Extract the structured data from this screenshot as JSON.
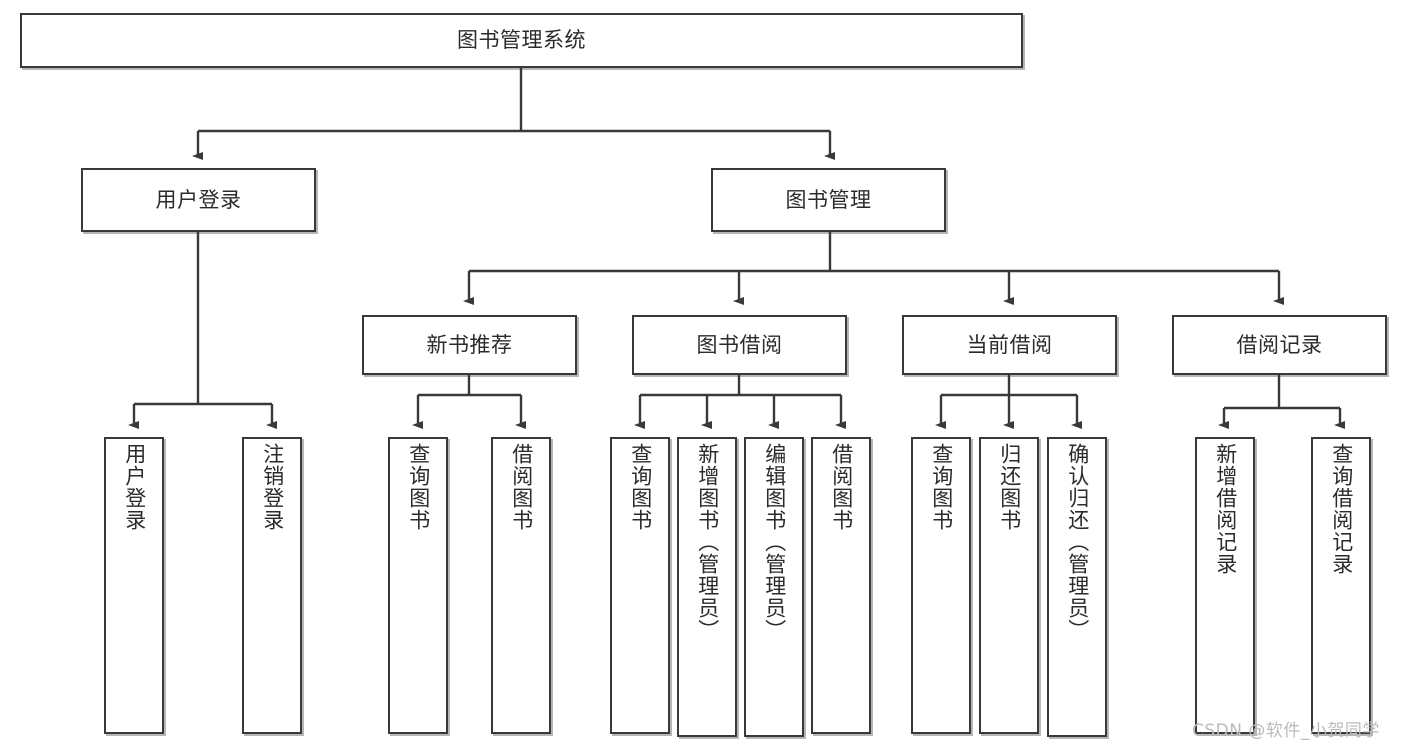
{
  "diagram": {
    "title": "图书管理系统",
    "type": "tree-hierarchy-diagram",
    "orientation": "top-down",
    "colors": {
      "box_border": "#37393b",
      "box_fill": "#ffffff",
      "edge": "#37393b",
      "text": "#2b2b2b",
      "watermark": "#b9bbbd"
    },
    "nodes": {
      "root": {
        "label": "图书管理系统"
      },
      "level2": [
        {
          "label": "用户登录"
        },
        {
          "label": "图书管理"
        }
      ],
      "level3": [
        {
          "label": "新书推荐"
        },
        {
          "label": "图书借阅"
        },
        {
          "label": "当前借阅"
        },
        {
          "label": "借阅记录"
        }
      ],
      "leaves": {
        "user_login": [
          {
            "label": "用户登录"
          },
          {
            "label": "注销登录"
          }
        ],
        "new_book_recommend": [
          {
            "label": "查询图书"
          },
          {
            "label": "借阅图书"
          }
        ],
        "book_borrow": [
          {
            "label": "查询图书"
          },
          {
            "label": "新增图书（管理员）"
          },
          {
            "label": "编辑图书（管理员）"
          },
          {
            "label": "借阅图书"
          }
        ],
        "current_borrow": [
          {
            "label": "查询图书"
          },
          {
            "label": "归还图书"
          },
          {
            "label": "确认归还（管理员）"
          }
        ],
        "borrow_record": [
          {
            "label": "新增借阅记录"
          },
          {
            "label": "查询借阅记录"
          }
        ]
      }
    },
    "watermark": "CSDN @软件_小贺同学"
  }
}
